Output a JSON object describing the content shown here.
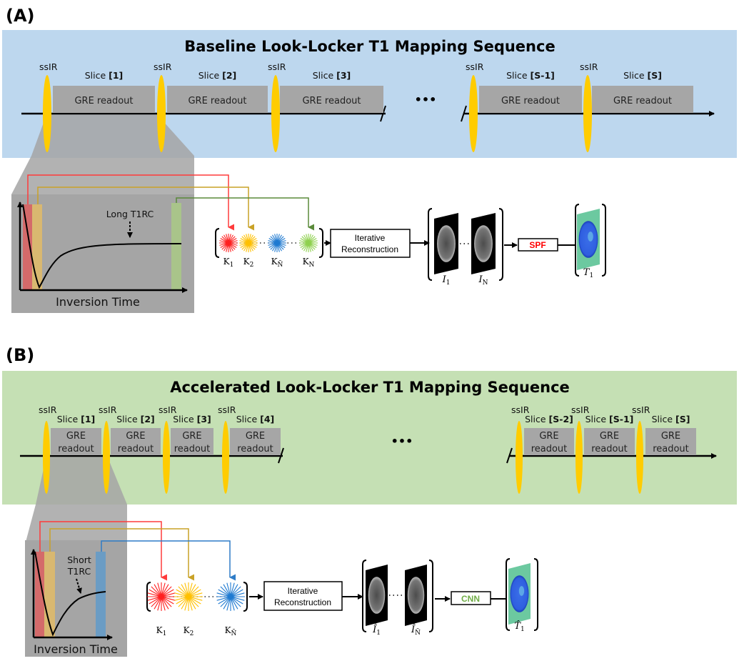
{
  "panel_a": {
    "label": "(A)",
    "title": "Baseline Look-Locker T1 Mapping Sequence",
    "background": "#bdd7ee",
    "pulse_label": "ssIR",
    "readout_label": "GRE readout",
    "slice_prefix": "Slice",
    "slices": [
      "[1]",
      "[2]",
      "[3]",
      "[S-1]",
      "[S]"
    ],
    "ellipsis": "•••",
    "curve_annotation": "Long T1RC",
    "x_axis_label": "Inversion Time",
    "kspace": [
      {
        "label": "K",
        "sub": "1",
        "color": "#ff2020"
      },
      {
        "label": "K",
        "sub": "2",
        "color": "#ffc000"
      },
      {
        "label": "K",
        "sub": "Ñ",
        "color": "#1f7ad1"
      },
      {
        "label": "K",
        "sub": "N",
        "color": "#8fd14f"
      }
    ],
    "recon_box": [
      "Iterative",
      "Reconstruction"
    ],
    "images": [
      {
        "label": "I",
        "sub": "1"
      },
      {
        "label": "I",
        "sub": "N"
      }
    ],
    "fit_label": "SPF",
    "fit_color": "#ff0000",
    "output": {
      "label": "T",
      "sub": "1"
    }
  },
  "panel_b": {
    "label": "(B)",
    "title": "Accelerated Look-Locker T1 Mapping Sequence",
    "background": "#c5e0b4",
    "pulse_label": "ssIR",
    "readout_line1": "GRE",
    "readout_line2": "readout",
    "slice_prefix": "Slice",
    "slices": [
      "[1]",
      "[2]",
      "[3]",
      "[4]",
      "[S-2]",
      "[S-1]",
      "[S]"
    ],
    "ellipsis": "•••",
    "curve_annotation_line1": "Short",
    "curve_annotation_line2": "T1RC",
    "x_axis_label": "Inversion Time",
    "kspace": [
      {
        "label": "K",
        "sub": "1",
        "color": "#ff2020"
      },
      {
        "label": "K",
        "sub": "2",
        "color": "#ffc000"
      },
      {
        "label": "K",
        "sub": "Ñ",
        "color": "#1f7ad1"
      }
    ],
    "recon_box": [
      "Iterative",
      "Reconstruction"
    ],
    "images": [
      {
        "label": "Î",
        "sub": "1"
      },
      {
        "label": "Î",
        "sub": "Ñ"
      }
    ],
    "fit_label": "CNN",
    "fit_color": "#70ad47",
    "output": {
      "label": "T̂",
      "sub": "1"
    }
  },
  "colors": {
    "pulse": "#ffcc00",
    "readout": "#a6a6a6",
    "zoom_region": "#a5a5a5",
    "band_red": "#d46a6a",
    "band_yellow": "#d9b870",
    "band_green": "#a9c48a",
    "band_blue": "#6b9cc4",
    "arrow_red": "#ff3b3b",
    "arrow_yellow": "#c9a227",
    "arrow_green": "#5a8a3a",
    "arrow_blue": "#2e7cc7"
  }
}
